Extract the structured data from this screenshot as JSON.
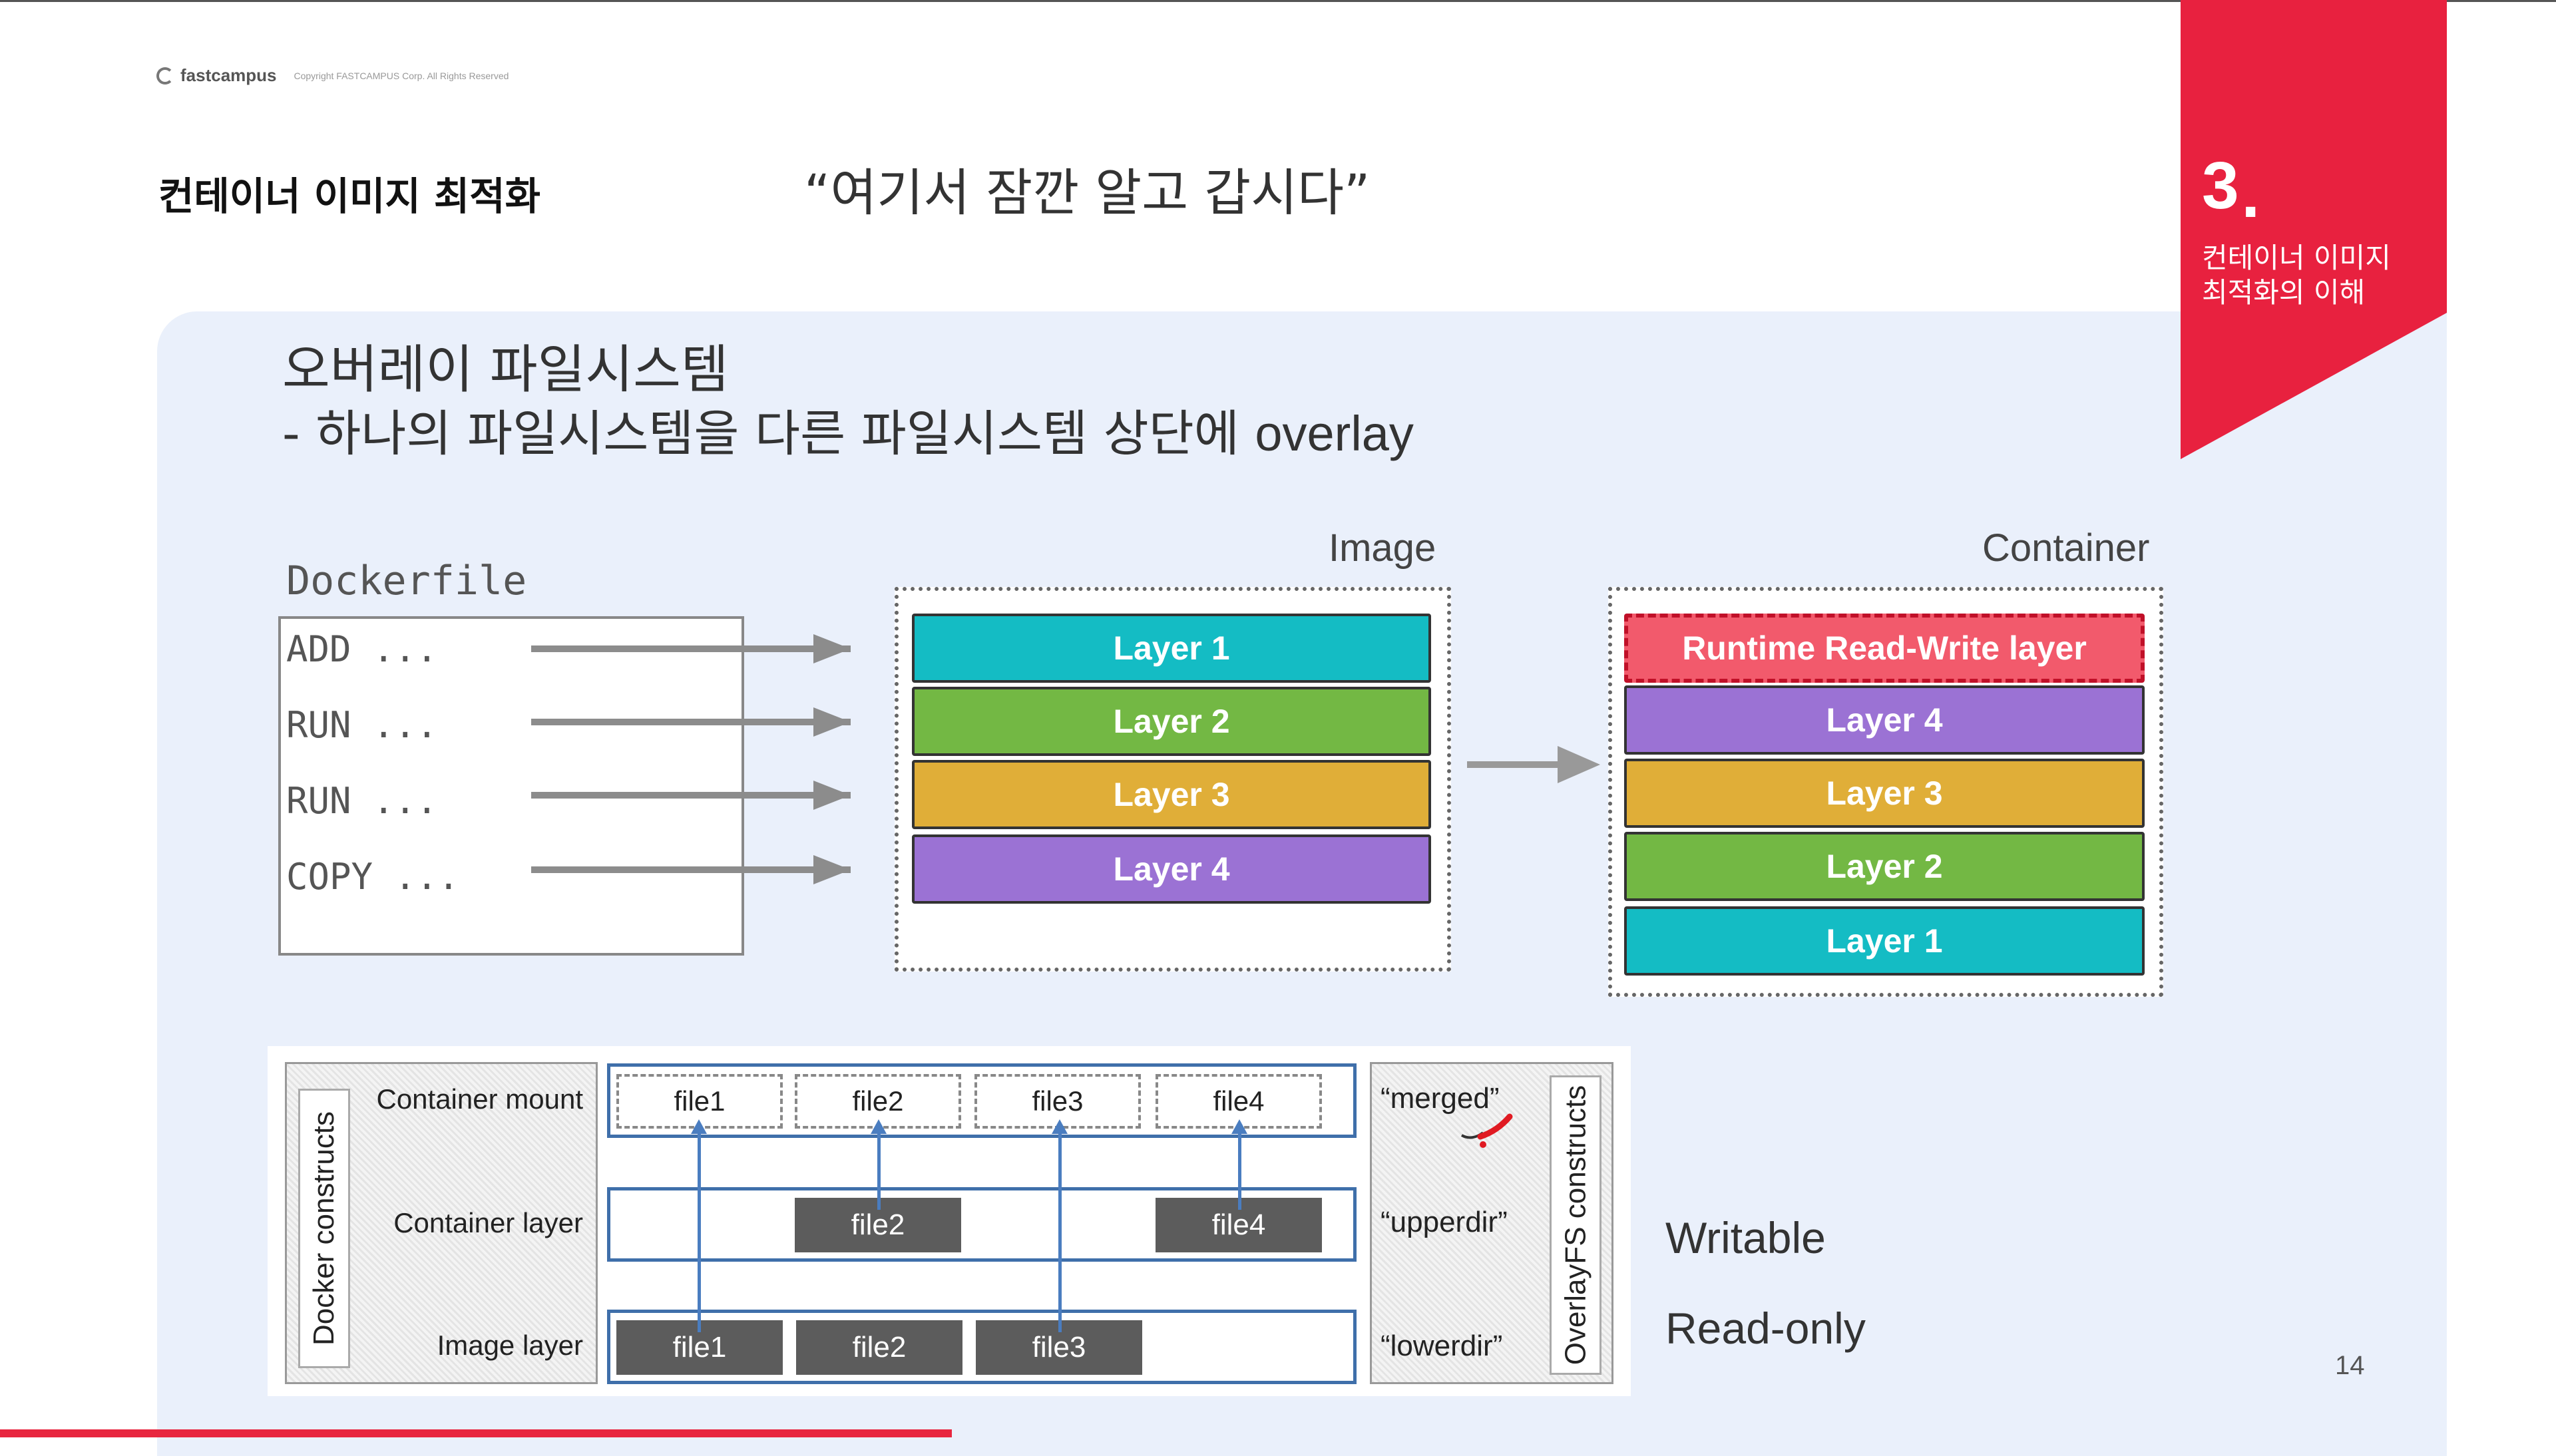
{
  "header": {
    "logo_text": "fastcampus",
    "copyright": "Copyright FASTCAMPUS Corp. All Rights Reserved",
    "title": "컨테이너 이미지 최적화",
    "quote": "“여기서 잠깐 알고 갑시다”"
  },
  "ribbon": {
    "number": "3",
    "subtitle_line1": "컨테이너 이미지",
    "subtitle_line2": "최적화의 이해",
    "color": "#e8213f"
  },
  "section": {
    "title": "오버레이 파일시스템",
    "subtitle_prefix": "- 하나의 파일시스템을 다른 파일시스템 상단에 ",
    "subtitle_suffix": "overlay"
  },
  "dockerfile": {
    "title": "Dockerfile",
    "lines": [
      "ADD ...",
      "RUN ...",
      "RUN ...",
      "COPY ..."
    ]
  },
  "image": {
    "label": "Image",
    "layers": [
      "Layer 1",
      "Layer 2",
      "Layer 3",
      "Layer 4"
    ]
  },
  "container": {
    "label": "Container",
    "rw_layer": "Runtime Read-Write layer",
    "layers": [
      "Layer 4",
      "Layer 3",
      "Layer 2",
      "Layer 1"
    ]
  },
  "overlay": {
    "left_vertical": "Docker constructs",
    "right_vertical": "OverlayFS constructs",
    "rows": {
      "mount": "Container mount",
      "container": "Container layer",
      "image": "Image layer"
    },
    "mount_files": [
      "file1",
      "file2",
      "file3",
      "file4"
    ],
    "container_files": [
      "file2",
      "file4"
    ],
    "image_files": [
      "file1",
      "file2",
      "file3"
    ],
    "dirs": {
      "merged": "“merged”",
      "upperdir": "“upperdir”",
      "lowerdir": "“lowerdir”"
    }
  },
  "notes": {
    "writable": "Writable",
    "readonly": "Read-only"
  },
  "page_number": "14"
}
